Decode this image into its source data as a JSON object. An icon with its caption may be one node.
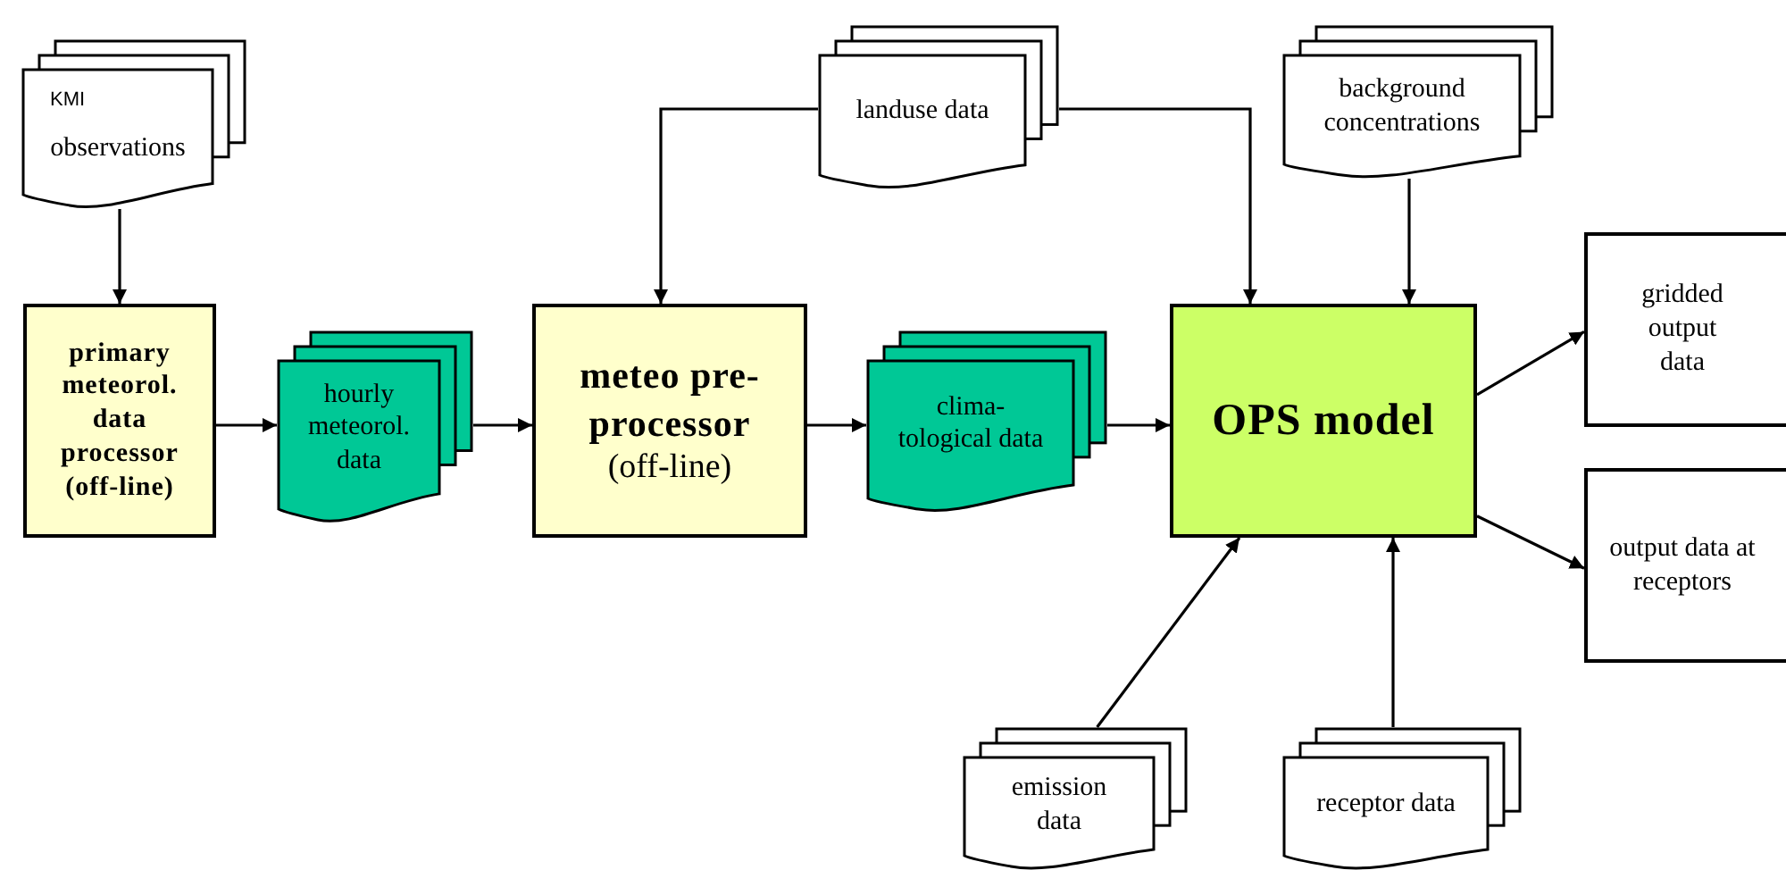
{
  "diagram": {
    "nodes": [
      {
        "text": [
          "KMI",
          "observations"
        ]
      },
      {
        "text": [
          "primary meteorol. data processor (off-line)"
        ]
      },
      {
        "text": [
          "hourly meteorol. data"
        ]
      },
      {
        "text": [
          "meteo pre-processor",
          "(off-line)"
        ]
      },
      {
        "text": [
          "landuse data"
        ]
      },
      {
        "text": [
          "clima-tological data"
        ]
      },
      {
        "text": [
          "background concentrations"
        ]
      },
      {
        "text": [
          "OPS model"
        ]
      },
      {
        "text": [
          "gridded output data"
        ]
      },
      {
        "text": [
          "output data at receptors"
        ]
      },
      {
        "text": [
          "emission data"
        ]
      },
      {
        "text": [
          "receptor data"
        ]
      }
    ],
    "edges": [
      {
        "from": 0,
        "to": 1,
        "arrow": "to"
      },
      {
        "from": 1,
        "to": 2,
        "arrow": "to"
      },
      {
        "from": 2,
        "to": 3,
        "arrow": "to"
      },
      {
        "from": 4,
        "to": 3,
        "arrow": "to"
      },
      {
        "from": 4,
        "to": 7,
        "arrow": "to"
      },
      {
        "from": 3,
        "to": 5,
        "arrow": "to"
      },
      {
        "from": 5,
        "to": 7,
        "arrow": "to"
      },
      {
        "from": 6,
        "to": 7,
        "arrow": "to"
      },
      {
        "from": 10,
        "to": 7,
        "arrow": "to"
      },
      {
        "from": 11,
        "to": 7,
        "arrow": "to"
      },
      {
        "from": 7,
        "to": 8,
        "arrow": "to"
      },
      {
        "from": 7,
        "to": 9,
        "arrow": "to"
      }
    ]
  }
}
